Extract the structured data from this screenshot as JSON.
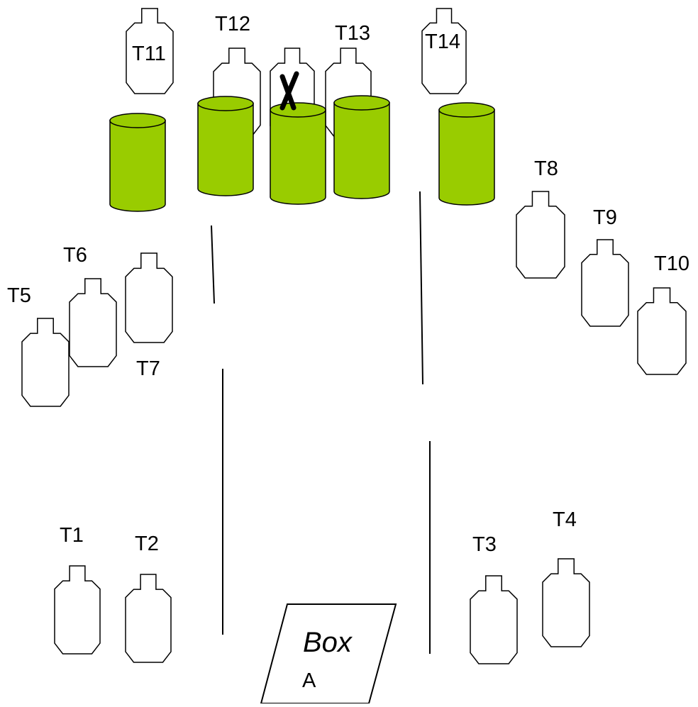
{
  "targets": [
    {
      "id": "t1",
      "label": "T1"
    },
    {
      "id": "t2",
      "label": "T2"
    },
    {
      "id": "t3",
      "label": "T3"
    },
    {
      "id": "t4",
      "label": "T4"
    },
    {
      "id": "t5",
      "label": "T5"
    },
    {
      "id": "t6",
      "label": "T6"
    },
    {
      "id": "t7",
      "label": "T7"
    },
    {
      "id": "t8",
      "label": "T8"
    },
    {
      "id": "t9",
      "label": "T9"
    },
    {
      "id": "t10",
      "label": "T10"
    },
    {
      "id": "t11",
      "label": "T11"
    },
    {
      "id": "t12",
      "label": "T12"
    },
    {
      "id": "t13",
      "label": "T13"
    },
    {
      "id": "t14",
      "label": "T14"
    }
  ],
  "shooting_box": {
    "title": "Box",
    "subtitle": "A"
  },
  "no_shoot_marker": "X",
  "colors": {
    "barrel_fill": "#99cc00",
    "outline": "#000000",
    "target_fill": "#ffffff"
  }
}
